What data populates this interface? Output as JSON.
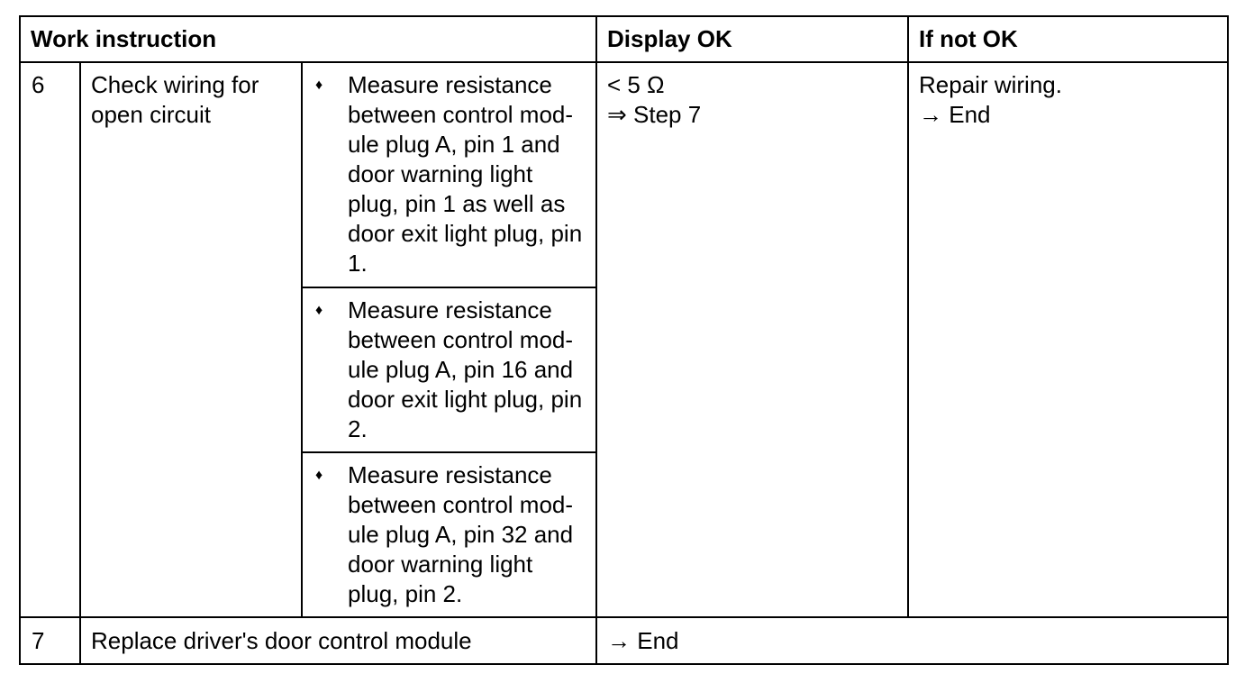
{
  "header": {
    "work_instruction": "Work instruction",
    "display_ok": "Display OK",
    "if_not_ok": "If not OK"
  },
  "step6": {
    "number": "6",
    "title_lines": [
      "Check wiring for",
      "open circuit"
    ],
    "bullet_symbol": "♦",
    "measurements": [
      {
        "lines": [
          "Measure resistance",
          "between control mod-",
          "ule plug A, pin 1 and",
          "door warning light",
          "plug, pin 1 as well as",
          "door exit light plug, pin",
          "1."
        ]
      },
      {
        "lines": [
          "Measure resistance",
          "between control mod-",
          "ule plug A, pin 16 and",
          "door exit light plug, pin",
          "2."
        ]
      },
      {
        "lines": [
          "Measure resistance",
          "between control mod-",
          "ule plug A, pin 32 and",
          "door warning light",
          "plug, pin 2."
        ]
      }
    ],
    "display_ok_lines": [
      "< 5 Ω",
      "⇒ Step 7"
    ],
    "if_not_ok_lines": [
      "Repair wiring.",
      "→ End"
    ]
  },
  "step7": {
    "number": "7",
    "instruction": "Replace driver's door control module",
    "display_ok": "→ End"
  }
}
